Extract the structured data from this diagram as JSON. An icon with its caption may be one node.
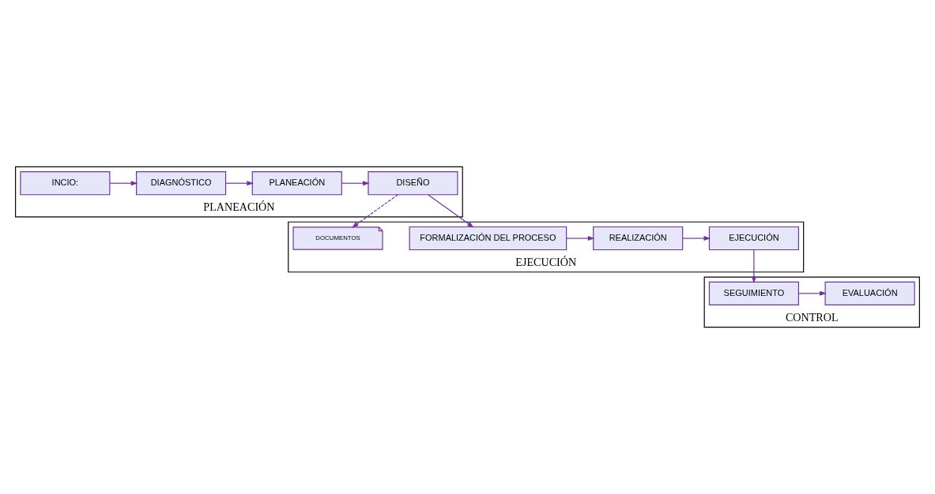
{
  "diagram": {
    "nodes": [
      {
        "text": [
          "PLANEACIÓN"
        ]
      },
      {
        "text": [
          "INCIO:"
        ],
        "in": 0
      },
      {
        "text": [
          "DIAGNÓSTICO"
        ],
        "in": 0
      },
      {
        "text": [
          "PLANEACIÓN"
        ],
        "in": 0
      },
      {
        "text": [
          "DISEÑO"
        ],
        "in": 0
      },
      {
        "text": [
          "EJECUCIÓN"
        ]
      },
      {
        "text": [
          "EJECUCIÓN"
        ],
        "in": 5
      },
      {
        "text": [
          "REALIZACIÓN"
        ],
        "in": 5
      },
      {
        "text": [
          "FORMALIZACIÓN DEL PROCESO"
        ],
        "in": 5
      },
      {
        "text": [
          "DOCUMENTOS"
        ],
        "in": 5
      },
      {
        "text": [
          "CONTROL"
        ]
      },
      {
        "text": [
          "SEGUIMIENTO"
        ],
        "in": 10
      },
      {
        "text": [
          "EVALUACIÓN"
        ],
        "in": 10
      }
    ],
    "edges": [
      {
        "from": 1,
        "to": 2,
        "arrow": "to"
      },
      {
        "from": 2,
        "to": 3,
        "arrow": "to"
      },
      {
        "from": 3,
        "to": 4,
        "arrow": "to"
      },
      {
        "from": 4,
        "to": 8,
        "arrow": "to"
      },
      {
        "from": 4,
        "to": 9,
        "arrow": "to",
        "style": "dashed"
      },
      {
        "from": 8,
        "to": 7,
        "arrow": "to"
      },
      {
        "from": 7,
        "to": 6,
        "arrow": "to"
      },
      {
        "from": 6,
        "to": 11,
        "arrow": "to"
      },
      {
        "from": 11,
        "to": 12,
        "arrow": "to"
      }
    ]
  }
}
